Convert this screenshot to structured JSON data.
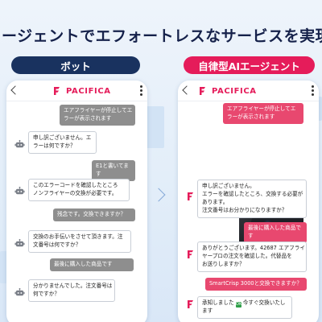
{
  "headline": "ージェントでエフォートレスなサービスを実現",
  "labels": {
    "bot": "ボット",
    "agent": "自律型AIエージェント"
  },
  "brand": {
    "name": "PACIFICA",
    "accent": "#e51c5a"
  },
  "bot_chat": [
    {
      "role": "user",
      "text": "エアフライヤーが停止してエ\nラーが表示されます"
    },
    {
      "role": "bot",
      "text": "申し訳ございません。エ\nラーは何ですか？"
    },
    {
      "role": "user",
      "text": "E1と書いてます"
    },
    {
      "role": "bot",
      "text": "このエラーコードを確認したところ\nノンフライヤーの交換が必要です。"
    },
    {
      "role": "user",
      "text": "残念です。交換できますか？"
    },
    {
      "role": "bot",
      "text": "交換のお手伝いをさせて頂きます。注\n文番号は何ですか？"
    },
    {
      "role": "user",
      "text": "最後に購入した商品です"
    },
    {
      "role": "bot",
      "text": "分かりませんでした。注文番号は\n何ですか？"
    }
  ],
  "agent_chat": [
    {
      "role": "user",
      "text": "エアフライヤーが停止してエ\nラーが表示されます"
    },
    {
      "role": "agent",
      "text": "申し訳ございません。\nエラーを確認したところ、交換する必要が\nあります。\n注文番号はお分かりになりますか？"
    },
    {
      "role": "user",
      "text": "最後に購入した商品です"
    },
    {
      "role": "agent",
      "text": "ありがとうございます。42687 エアフライ\nヤープロの注文を確認した。代替品を\nお送りしますか？"
    },
    {
      "role": "user",
      "text": "SmartCrisp 3000と交換できますか？"
    },
    {
      "role": "agent",
      "text_before": "承知しました ",
      "emoji": "OK",
      "text_after": " 今すぐ交換いたします"
    }
  ]
}
